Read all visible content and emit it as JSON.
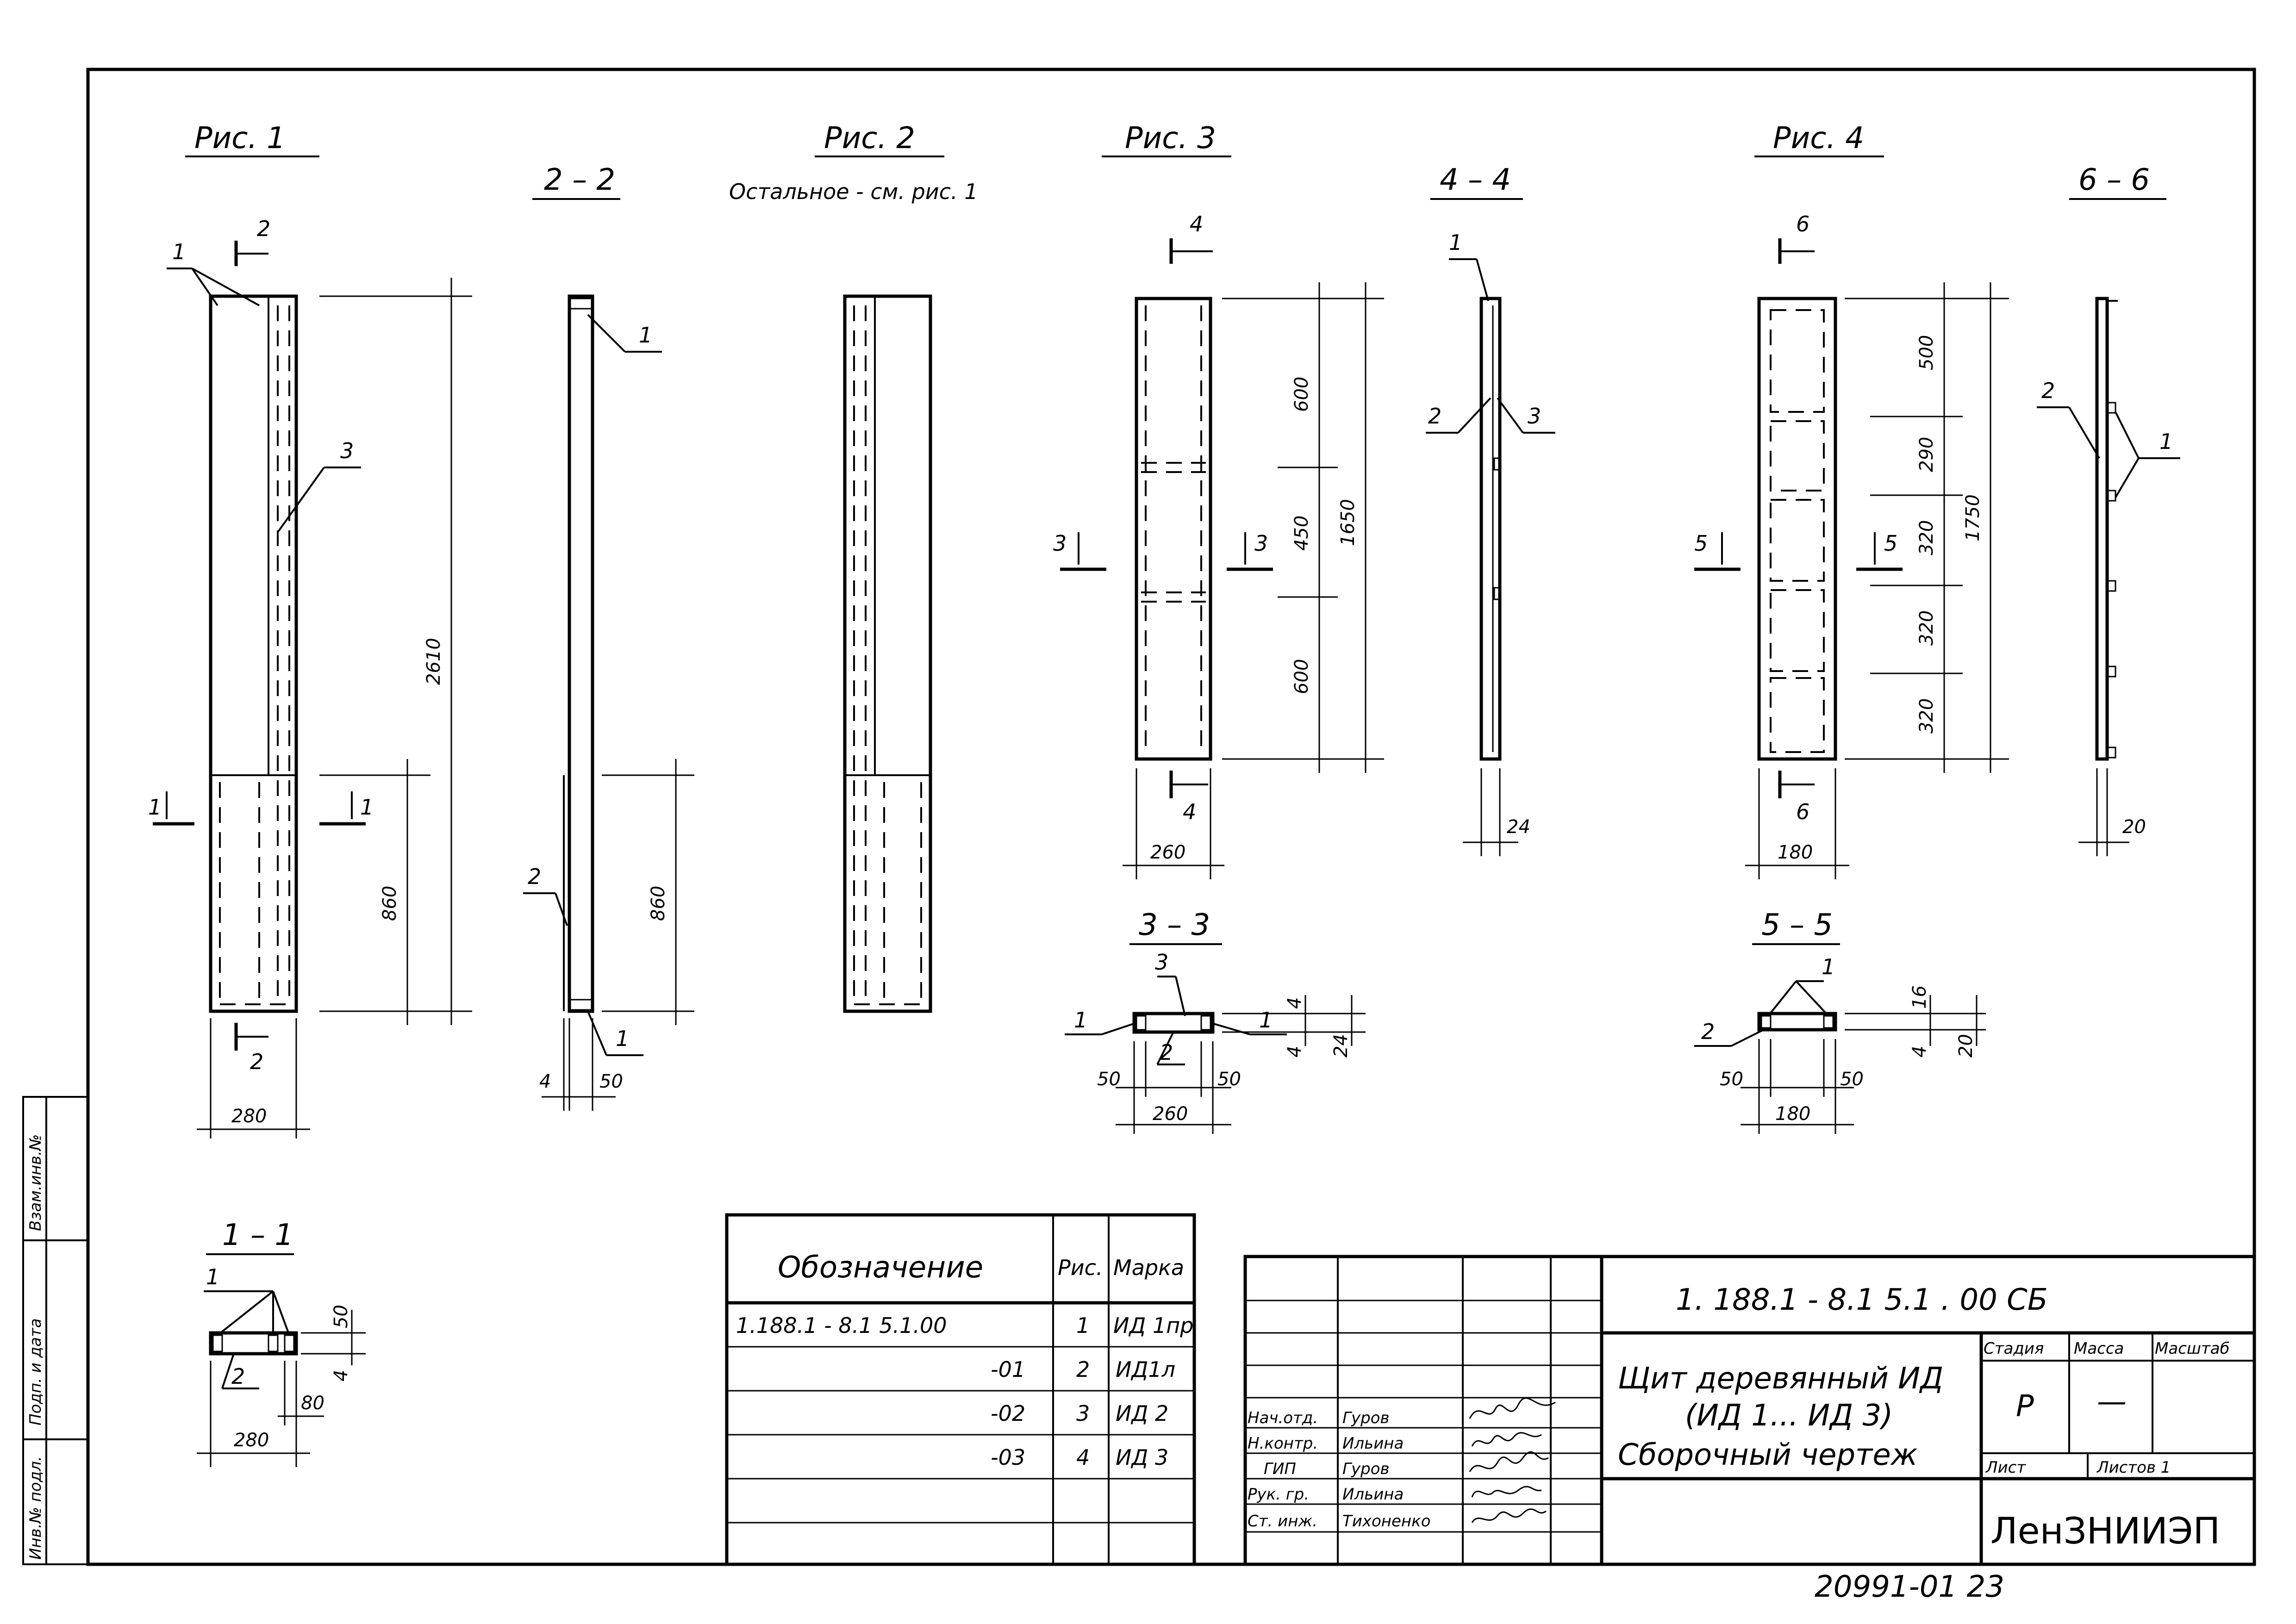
{
  "figures": {
    "fig1": "Рис. 1",
    "sec22": "2 – 2",
    "fig2": "Рис. 2",
    "fig2_note": "Остальное - см. рис. 1",
    "fig3": "Рис. 3",
    "sec44": "4 – 4",
    "fig4": "Рис. 4",
    "sec66": "6 – 6",
    "sec33": "3 – 3",
    "sec55": "5 – 5",
    "sec11": "1 – 1"
  },
  "section_marks": {
    "m1": "1",
    "m2": "2",
    "m3": "3",
    "m4": "4",
    "m5": "5",
    "m6": "6"
  },
  "callouts": {
    "c1": "1",
    "c2": "2",
    "c3": "3"
  },
  "dimensions": {
    "f1_height": "2610",
    "f1_lower": "860",
    "f1_width": "280",
    "s22_lower": "860",
    "s22_a": "4",
    "s22_b": "50",
    "f3_a": "600",
    "f3_b": "450",
    "f3_c": "600",
    "f3_total": "1650",
    "f3_width": "260",
    "s44_t": "24",
    "f4_a": "500",
    "f4_b": "290",
    "f4_c": "320",
    "f4_d": "320",
    "f4_e": "320",
    "f4_total": "1750",
    "f4_width": "180",
    "s66_t": "20",
    "s33_a": "4",
    "s33_b": "4",
    "s33_t": "24",
    "s33_l": "50",
    "s33_r": "50",
    "s33_w": "260",
    "s55_a": "16",
    "s55_b": "4",
    "s55_t": "20",
    "s55_l": "50",
    "s55_r": "50",
    "s55_w": "180",
    "s11_a": "50",
    "s11_b": "4",
    "s11_c": "80",
    "s11_w": "280"
  },
  "spec_table": {
    "headers": [
      "Обозначение",
      "Рис.",
      "Марка"
    ],
    "rows": [
      {
        "designation": "1.188.1 - 8.1    5.1.00",
        "fig": "1",
        "mark": "ИД 1пр"
      },
      {
        "designation": "-01",
        "fig": "2",
        "mark": "ИД1л"
      },
      {
        "designation": "-02",
        "fig": "3",
        "mark": "ИД 2"
      },
      {
        "designation": "-03",
        "fig": "4",
        "mark": "ИД 3"
      }
    ]
  },
  "title_block": {
    "code": "1. 188.1  -  8.1        5.1 . 00 СБ",
    "title_line1": "Щит деревянный  ИД",
    "title_line2": "(ИД 1...  ИД 3)",
    "title_line3": "Сборочный чертеж",
    "stage_label": "Стадия",
    "mass_label": "Масса",
    "scale_label": "Масштаб",
    "stage_value": "Р",
    "mass_value": "—",
    "sheet_label": "Лист",
    "sheets_label": "Листов 1",
    "org": "ЛенЗНИИЭП",
    "people": [
      {
        "role": "Нач.отд.",
        "name": "Гуров"
      },
      {
        "role": "Н.контр.",
        "name": "Ильина"
      },
      {
        "role": "ГИП",
        "name": "Гуров"
      },
      {
        "role": "Рук. гр.",
        "name": "Ильина"
      },
      {
        "role": "Ст. инж.",
        "name": "Тихоненко"
      }
    ]
  },
  "side_stamp": {
    "inv_orig": "Инв.№ подл.",
    "sign_date": "Подп. и дата",
    "inv_repl": "Взам.инв.№"
  },
  "footer_number": "20991-01 23"
}
